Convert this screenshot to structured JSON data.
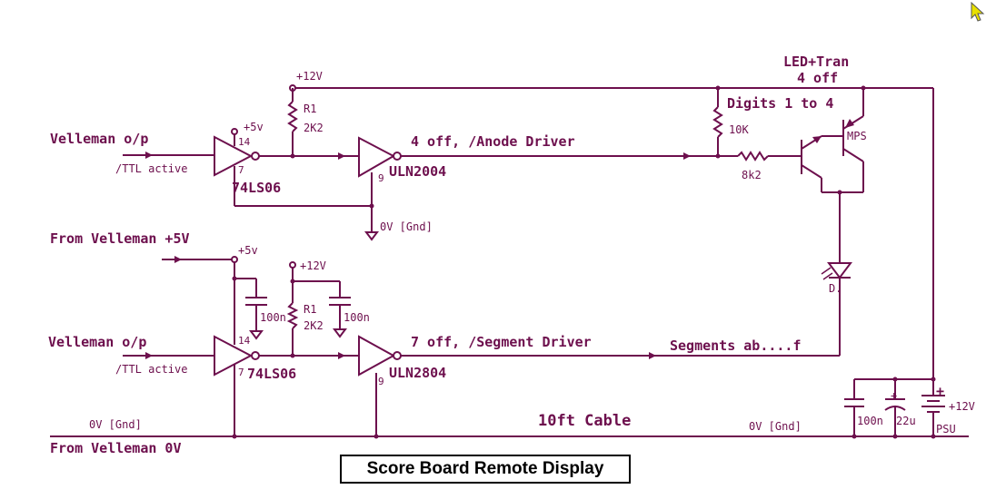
{
  "title": "Score Board Remote Display",
  "labels": {
    "plus12v_top": "+12V",
    "plus5v_top": "+5v",
    "velleman_op_top": "Velleman o/p",
    "ttl_active_top": "/TTL active",
    "ic_74ls06_top": "74LS06",
    "pin14_top": "14",
    "pin7_top": "7",
    "r1_top": "R1",
    "r1_top_value": "2K2",
    "uln2004": "ULN2004",
    "pin9_top": "9",
    "anode_driver": "4 off, /Anode Driver",
    "gnd_top": "0V [Gnd]",
    "led_tran_title": "LED+Tran",
    "led_tran_count": "4 off",
    "digits": "Digits 1 to 4",
    "r_10k": "10K",
    "r_8k2": "8k2",
    "mps": "MPS",
    "led_d": "D.",
    "from_velleman_5v": "From Velleman +5V",
    "plus5v_bottom": "+5v",
    "plus12v_bottom": "+12V",
    "cap_100n_a": "100n",
    "r1_bottom": "R1",
    "r1_bottom_value": "2K2",
    "cap_100n_b": "100n",
    "velleman_op_bottom": "Velleman o/p",
    "ttl_active_bottom": "/TTL active",
    "pin14_bottom": "14",
    "pin7_bottom": "7",
    "ic_74ls06_bottom": "74LS06",
    "uln2804": "ULN2804",
    "pin9_bottom": "9",
    "segment_driver": "7 off, /Segment Driver",
    "segments": "Segments ab....f",
    "gnd_left": "0V [Gnd]",
    "cable": "10ft Cable",
    "gnd_right": "0V [Gnd]",
    "from_velleman_0v": "From Velleman 0V",
    "cap_100n_psu": "100n",
    "cap_22u": "22u",
    "psu_plus_sign": "+",
    "psu_voltage": "+12V",
    "psu": "PSU",
    "cap_plus_sign": "+"
  },
  "colors": {
    "wire": "#6d0f4d",
    "cursor": "#e8e000"
  },
  "icons": [
    "cursor-arrow-icon"
  ]
}
